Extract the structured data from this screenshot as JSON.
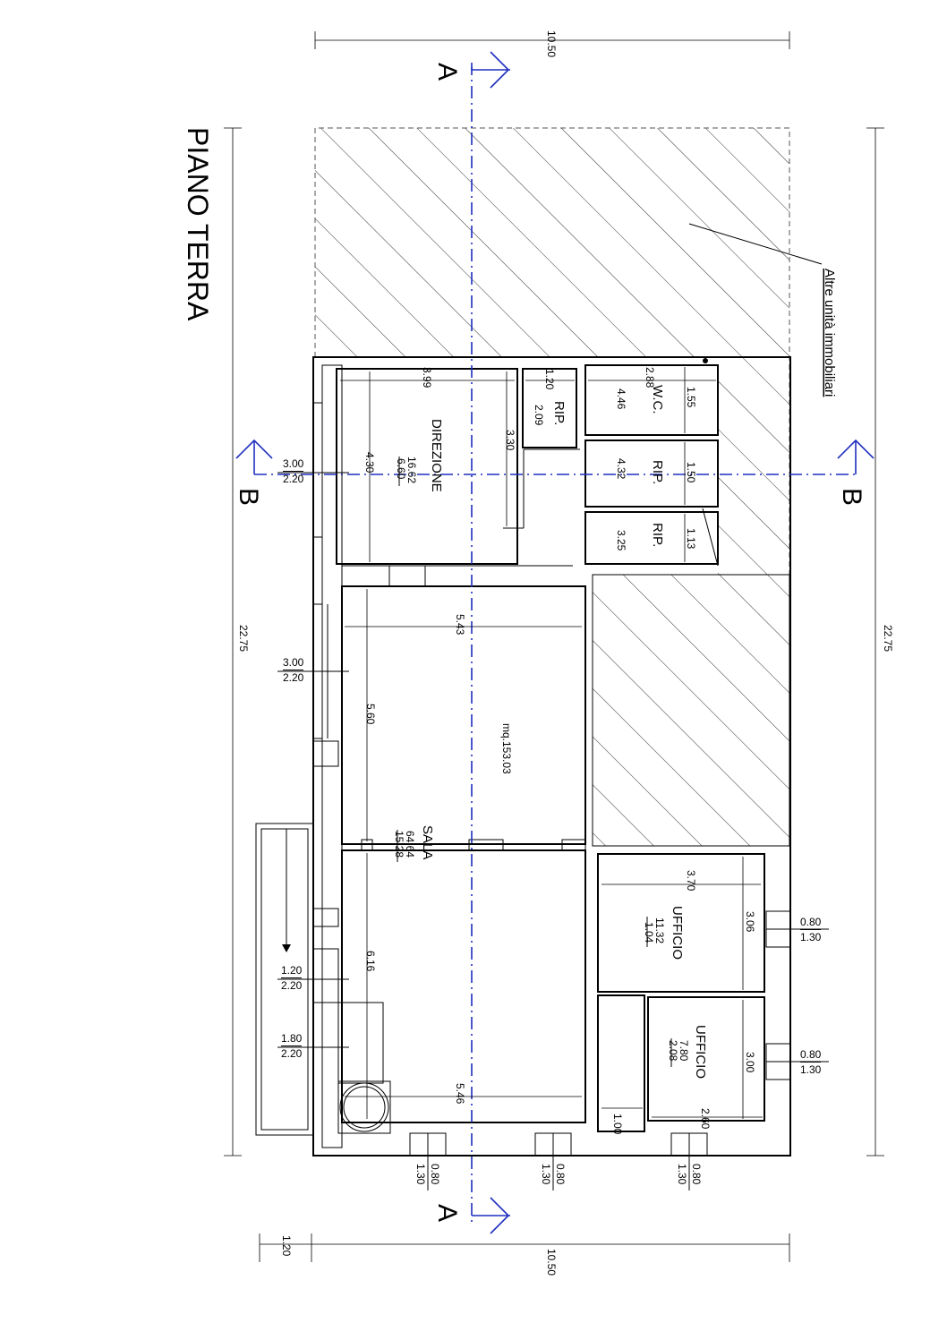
{
  "title": "PIANO TERRA",
  "note": "Altre unità immobiliari",
  "sections": {
    "a": "A",
    "b": "B"
  },
  "overall": {
    "width": "10.50",
    "length": "22.75",
    "balcony": "1.20",
    "area": "mq.153.03"
  },
  "rooms": {
    "direzione": {
      "name": "DIREZIONE",
      "area": "16.62",
      "perim": "6.60",
      "w": "3.99",
      "d": "4.30",
      "h": "3.30"
    },
    "rip1": {
      "name": "RIP.",
      "w": "1.20",
      "a": "2.09"
    },
    "wc": {
      "name": "W.C.",
      "w": "2.88",
      "a": "4.46",
      "d": "1.55"
    },
    "rip2": {
      "name": "RIP.",
      "a": "4.32",
      "d": "1.50"
    },
    "rip3": {
      "name": "RIP.",
      "a": "3.25",
      "d": "1.13"
    },
    "sala": {
      "name": "SALA",
      "area": "64.64",
      "perim": "15.28",
      "w1": "5.43",
      "w2": "5.46",
      "l1": "5.60",
      "l2": "6.16"
    },
    "ufficio1": {
      "name": "UFFICIO",
      "area": "11.32",
      "perim": "1.04",
      "w": "3.70",
      "d": "3.06"
    },
    "ufficio2": {
      "name": "UFFICIO",
      "area": "7.80",
      "perim": "2.08",
      "w": "2.60",
      "d": "3.00"
    },
    "corridor": {
      "w": "1.00"
    }
  },
  "windows": {
    "left1": {
      "w": "3.00",
      "h": "2.20"
    },
    "left2": {
      "w": "3.00",
      "h": "2.20"
    },
    "left3": {
      "w": "1.20",
      "h": "2.20"
    },
    "left4": {
      "w": "1.80",
      "h": "2.20"
    },
    "right1": {
      "w": "0.80",
      "h": "1.30"
    },
    "right2": {
      "w": "0.80",
      "h": "1.30"
    },
    "bottom1": {
      "w": "0.80",
      "h": "1.30"
    },
    "bottom2": {
      "w": "0.80",
      "h": "1.30"
    },
    "bottom3": {
      "w": "0.80",
      "h": "1.30"
    }
  },
  "colors": {
    "section_line": "#1f2fbf",
    "line": "#000000"
  }
}
